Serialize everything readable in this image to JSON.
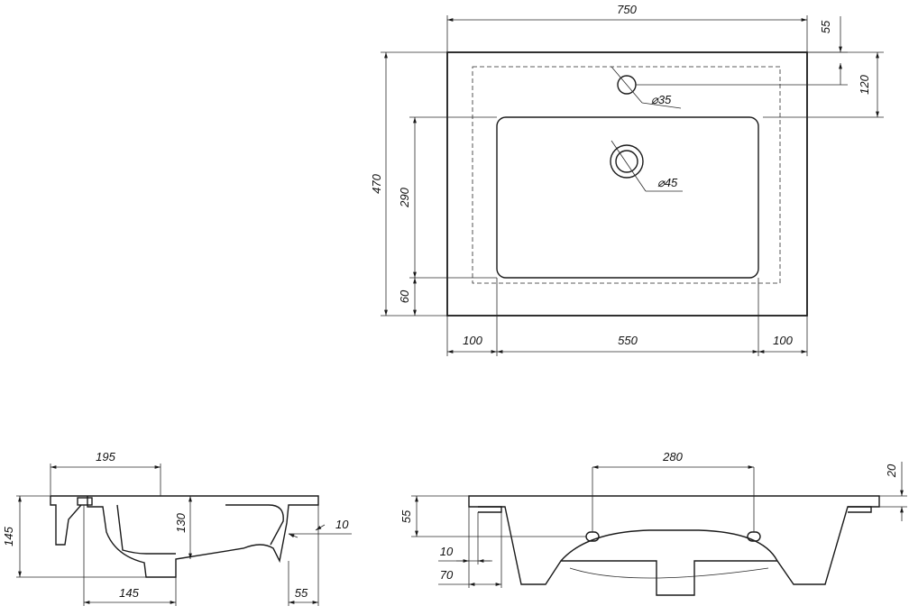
{
  "top_view": {
    "width": "750",
    "depth": "470",
    "basin_depth": "290",
    "front_offset": "60",
    "tap_offset": "55",
    "tap_axis_offset": "120",
    "left_margin": "100",
    "basin_width": "550",
    "right_margin": "100",
    "tap_hole_dia": "⌀35",
    "drain_dia": "⌀45"
  },
  "side_view": {
    "depth": "195",
    "height": "145",
    "basin_height": "130",
    "wall": "10",
    "drain_offset": "145",
    "leg_offset": "55"
  },
  "front_view": {
    "mount_span": "280",
    "rim_thickness": "20",
    "mount_height": "55",
    "edge_offset": "10",
    "mount_inset": "70"
  }
}
